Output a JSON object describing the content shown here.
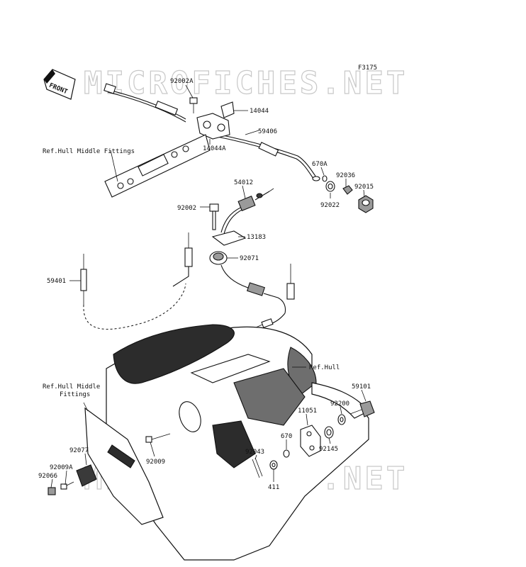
{
  "figure_code": "F3175",
  "watermark": "MICROFICHES.NET",
  "front_arrow": "FRONT",
  "labels": {
    "p92002A": "92002A",
    "p14044": "14044",
    "p14044A": "14044A",
    "p59406": "59406",
    "p670A": "670A",
    "p92036": "92036",
    "p92015": "92015",
    "p92022": "92022",
    "p54012": "54012",
    "p92002": "92002",
    "p13183": "13183",
    "p92071": "92071",
    "p59401": "59401",
    "p59101": "59101",
    "p92200": "92200",
    "p11051": "11051",
    "p670": "670",
    "p92145": "92145",
    "p92043": "92043",
    "p411": "411",
    "p92009": "92009",
    "p92077": "92077",
    "p92009A": "92009A",
    "p92066": "92066"
  },
  "refs": {
    "hull_middle_fittings_top": "Ref.Hull Middle Fittings",
    "hull": "Ref.Hull",
    "hull_middle_fittings_left_1": "Ref.Hull Middle",
    "hull_middle_fittings_left_2": "Fittings"
  }
}
